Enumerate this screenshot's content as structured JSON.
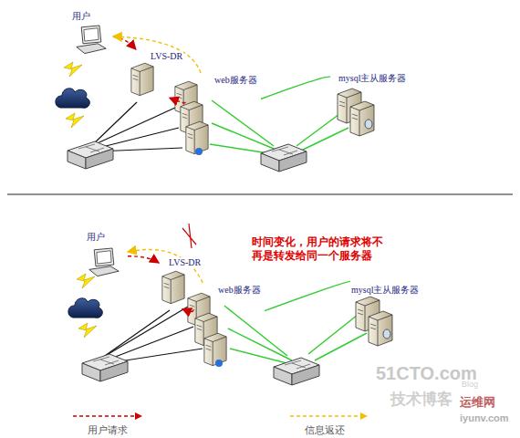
{
  "diagram": {
    "nodes": [
      {
        "text": [
          "用户"
        ]
      },
      {
        "text": [
          "LVS-DR"
        ]
      },
      {
        "text": [
          "web服务器"
        ]
      },
      {
        "text": [
          "mysql主从服务器"
        ]
      },
      {
        "text": [
          "用户"
        ]
      },
      {
        "text": [
          "LVS-DR"
        ]
      },
      {
        "text": [
          "web服务器"
        ]
      },
      {
        "text": [
          "mysql主从服务器"
        ]
      }
    ],
    "edges": [
      {
        "from": 0,
        "to": 1,
        "arrow": "to"
      },
      {
        "from": 1,
        "to": 2,
        "arrow": "to"
      },
      {
        "from": 2,
        "to": 0,
        "arrow": "to"
      },
      {
        "from": 2,
        "to": 3,
        "arrow": "none"
      },
      {
        "from": 4,
        "to": 5,
        "arrow": "to"
      },
      {
        "from": 5,
        "to": 6,
        "arrow": "to"
      },
      {
        "from": 6,
        "to": 4,
        "arrow": "to"
      },
      {
        "from": 6,
        "to": 7,
        "arrow": "none"
      }
    ],
    "labels": [
      "时间变化，用户的请求将不再是转发给同一个服务器",
      "51CTO.com",
      "技术博客",
      "Blog",
      "运维网",
      "iyunv.com"
    ],
    "legend": [
      {
        "text": "用户请求"
      },
      {
        "text": "信息返还"
      }
    ]
  }
}
